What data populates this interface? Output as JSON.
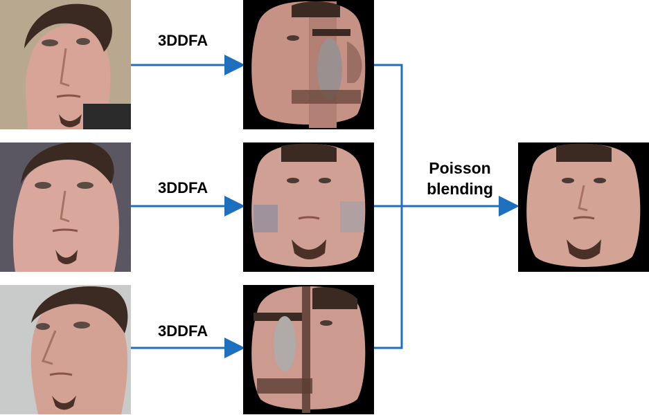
{
  "rows": [
    {
      "step_label": "3DDFA"
    },
    {
      "step_label": "3DDFA"
    },
    {
      "step_label": "3DDFA"
    }
  ],
  "merge": {
    "line1": "Poisson",
    "line2": "blending"
  },
  "colors": {
    "arrow": "#1f6fbf",
    "tile_bg": "#000000",
    "skin": "#d8a79c",
    "hair": "#3a2a22",
    "wall": "#b7a58f"
  }
}
